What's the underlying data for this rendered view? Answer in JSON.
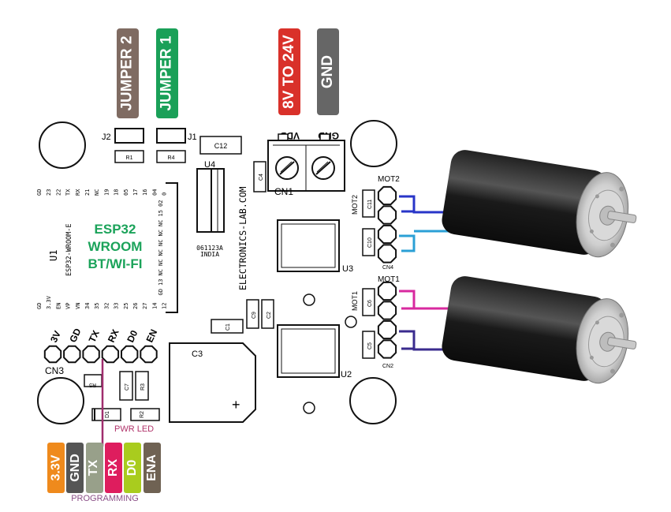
{
  "labels": {
    "jumper2": "JUMPER 2",
    "jumper1": "JUMPER 1",
    "vin": "8V TO 24V",
    "gnd_top": "GND",
    "j1": "J1",
    "j2": "J2",
    "r1": "R1",
    "r4": "R4",
    "c12": "C12",
    "u4": "U4",
    "c4": "C4",
    "vdd": "VDD",
    "gnd_term": "GND",
    "cn1": "CN1",
    "mot2": "MOT2",
    "mot1": "MOT1",
    "c11": "C11",
    "c10": "C10",
    "c6": "C6",
    "c5": "C5",
    "cn4": "CN4",
    "cn2": "CN2",
    "u3": "U3",
    "u2": "U2",
    "c9": "C9",
    "c2": "C2",
    "c1": "C1",
    "c3": "C3",
    "c7": "C7",
    "r3": "R3",
    "r5": "R5",
    "d1": "D1",
    "r2": "R2",
    "plus": "+",
    "cn3": "CN3",
    "site": "ELECTRONICS-LAB.COM",
    "code": "061123A",
    "country": "INDIA",
    "u1": "U1",
    "module": "ESP32-WROOM-E",
    "esp_l1": "ESP32",
    "esp_l2": "WROOM",
    "esp_l3": "BT/WI-FI",
    "pwr_led": "PWR LED",
    "programming": "PROGRAMMING"
  },
  "esp_top_pins": [
    "GD",
    "23",
    "22",
    "TX",
    "RX",
    "21",
    "NC",
    "19",
    "18",
    "05",
    "17",
    "16",
    "04",
    "0"
  ],
  "esp_bottom_pins": [
    "GD",
    "3.3V",
    "EN",
    "VP",
    "VN",
    "34",
    "35",
    "32",
    "33",
    "25",
    "26",
    "27",
    "14",
    "12"
  ],
  "esp_right_pins": [
    "02",
    "15",
    "NC",
    "NC",
    "NC",
    "NC",
    "NC",
    "NC",
    "13",
    "GD"
  ],
  "header_pins": [
    "3V",
    "GD",
    "TX",
    "RX",
    "D0",
    "EN"
  ],
  "programming_pins": [
    {
      "label": "3.3V",
      "color": "#ef8a1c"
    },
    {
      "label": "GND",
      "color": "#555555"
    },
    {
      "label": "TX",
      "color": "#98a08a"
    },
    {
      "label": "RX",
      "color": "#de1d5e"
    },
    {
      "label": "D0",
      "color": "#a9cc1e"
    },
    {
      "label": "ENA",
      "color": "#6f6253"
    }
  ],
  "colors": {
    "jumper2": "#7f6b62",
    "jumper1": "#1aa058",
    "vin": "#d9312a",
    "gnd": "#666666",
    "esp_text": "#1ba35a",
    "mot2_wire_a": "#2835c8",
    "mot2_wire_b": "#2ba0d6",
    "mot1_wire_a": "#d8299f",
    "mot1_wire_b": "#3a2b8e",
    "prog_wire": "#a02d6d"
  }
}
